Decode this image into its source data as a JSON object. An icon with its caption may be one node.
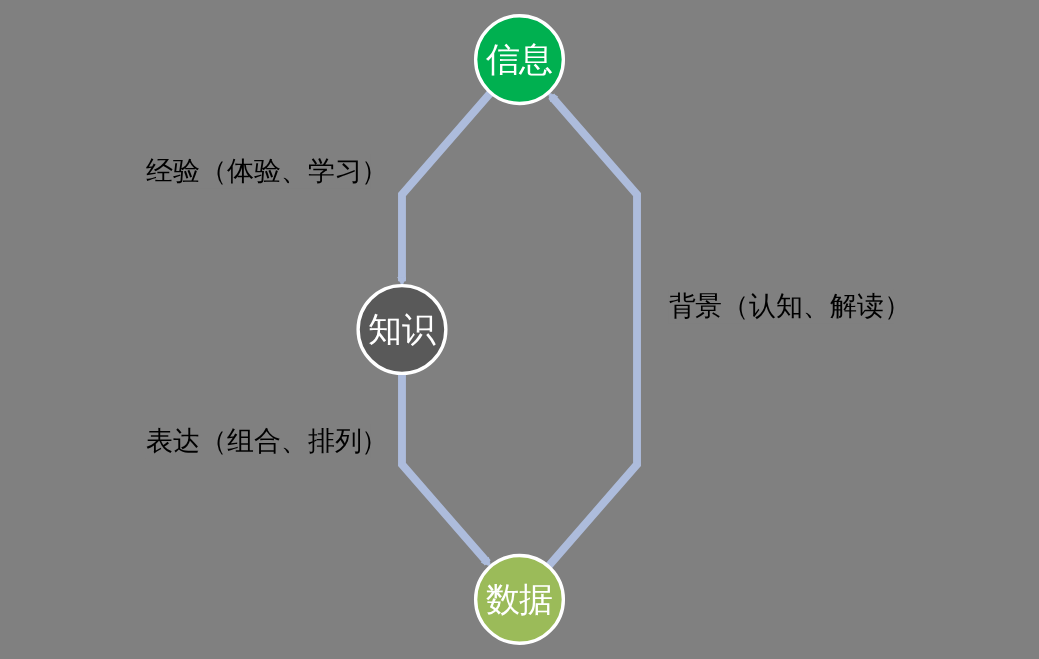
{
  "diagram": {
    "nodes": [
      {
        "text": [
          "信息"
        ]
      },
      {
        "text": [
          "数据"
        ]
      },
      {
        "text": [
          "知识"
        ]
      }
    ],
    "edges": [
      {
        "from": 1,
        "to": 0,
        "arrow": "to",
        "label": "背景（认知、解读）"
      },
      {
        "from": 0,
        "to": 2,
        "arrow": "to",
        "label": "经验（体验、学习）"
      },
      {
        "from": 2,
        "to": 1,
        "arrow": "to",
        "label": "表达（组合、排列）"
      }
    ]
  }
}
